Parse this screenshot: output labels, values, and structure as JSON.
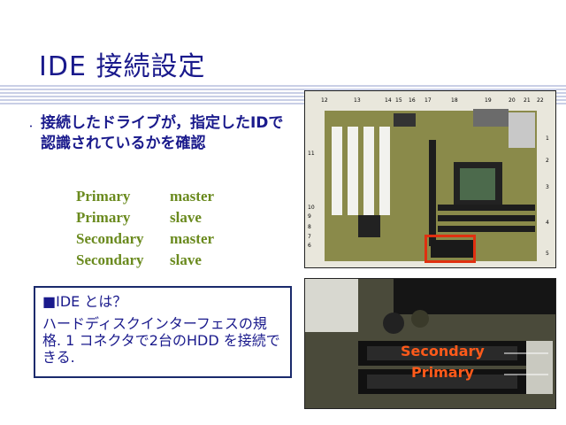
{
  "slide": {
    "title": "IDE 接続設定",
    "bullet_marker": "･",
    "bullet_text": "接続したドライブが，指定したIDで認識されているかを確認",
    "modes": [
      {
        "bus": "Primary",
        "role": "master"
      },
      {
        "bus": "Primary",
        "role": "slave"
      },
      {
        "bus": "Secondary",
        "role": "master"
      },
      {
        "bus": "Secondary",
        "role": "slave"
      }
    ],
    "info_box": {
      "title": "■IDE とは？",
      "body": "ハードディスクインターフェスの規格. 1 コネクタで2台のHDD を接続できる."
    }
  },
  "figure": {
    "top_photo": {
      "callouts": [
        "12",
        "13",
        "14",
        "15",
        "16",
        "17",
        "18",
        "19",
        "20",
        "21",
        "22",
        "11",
        "10",
        "9",
        "8",
        "7",
        "6",
        "5",
        "4",
        "3",
        "2",
        "1"
      ]
    },
    "bottom_photo": {
      "connector_labels": [
        "Secondary",
        "Primary"
      ],
      "label_color": "#ff5a1a"
    }
  }
}
